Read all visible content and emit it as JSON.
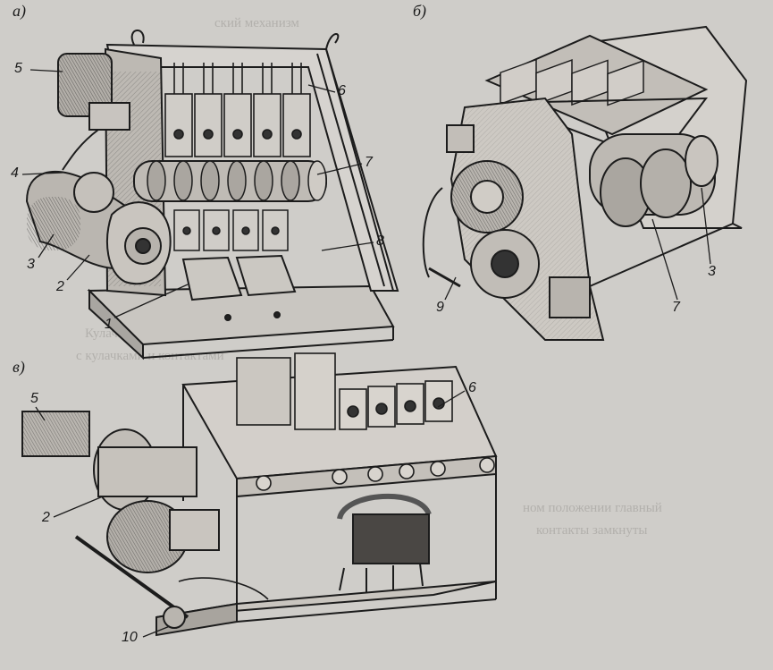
{
  "panels": {
    "a": "а)",
    "b": "б)",
    "v": "в)"
  },
  "callouts": {
    "a": [
      "5",
      "6",
      "7",
      "4",
      "8",
      "3",
      "2",
      "1"
    ],
    "b": [
      "9",
      "7",
      "3"
    ],
    "v": [
      "5",
      "6",
      "2",
      "10"
    ]
  },
  "bleed_through": [
    "ский механизм",
    "Кулачковый контроллер",
    "с кулачками и контактами",
    "ном положении главный",
    "контакты замкнуты"
  ]
}
